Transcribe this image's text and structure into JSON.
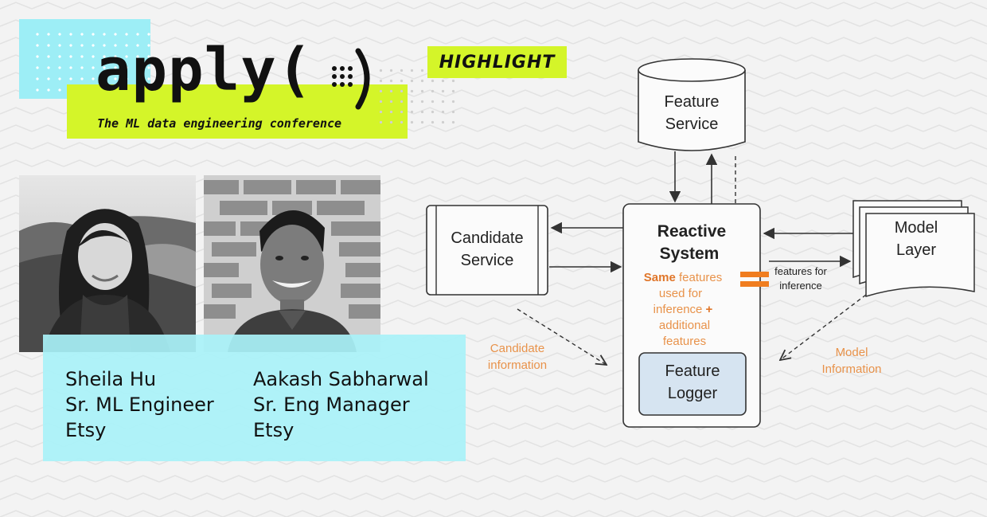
{
  "conference": {
    "logo_text": "apply(",
    "tagline": "The ML data engineering conference",
    "badge": "HIGHLIGHT"
  },
  "speakers": [
    {
      "name": "Sheila Hu",
      "title": "Sr. ML Engineer",
      "company": "Etsy"
    },
    {
      "name": "Aakash Sabharwal",
      "title": "Sr. Eng Manager",
      "company": "Etsy"
    }
  ],
  "diagram": {
    "feature_service": [
      "Feature",
      "Service"
    ],
    "candidate_service": [
      "Candidate",
      "Service"
    ],
    "reactive_system": [
      "Reactive",
      "System"
    ],
    "reactive_note": {
      "highlight": "Same",
      "line1_rest": " features",
      "line2": "used for",
      "line3_pre": "inference ",
      "line3_plus": "+",
      "line4": "additional",
      "line5": "features"
    },
    "model_layer": [
      "Model",
      "Layer"
    ],
    "features_for_inference": [
      "features for",
      "inference"
    ],
    "feature_logger": [
      "Feature",
      "Logger"
    ],
    "candidate_information": [
      "Candidate",
      "information"
    ],
    "model_information": [
      "Model",
      "Information"
    ]
  },
  "colors": {
    "lime": "#d4f529",
    "cyan": "#9deef6",
    "orange": "#f07d1f",
    "orange_text": "#e8924a",
    "logger_fill": "#d6e4f1"
  }
}
